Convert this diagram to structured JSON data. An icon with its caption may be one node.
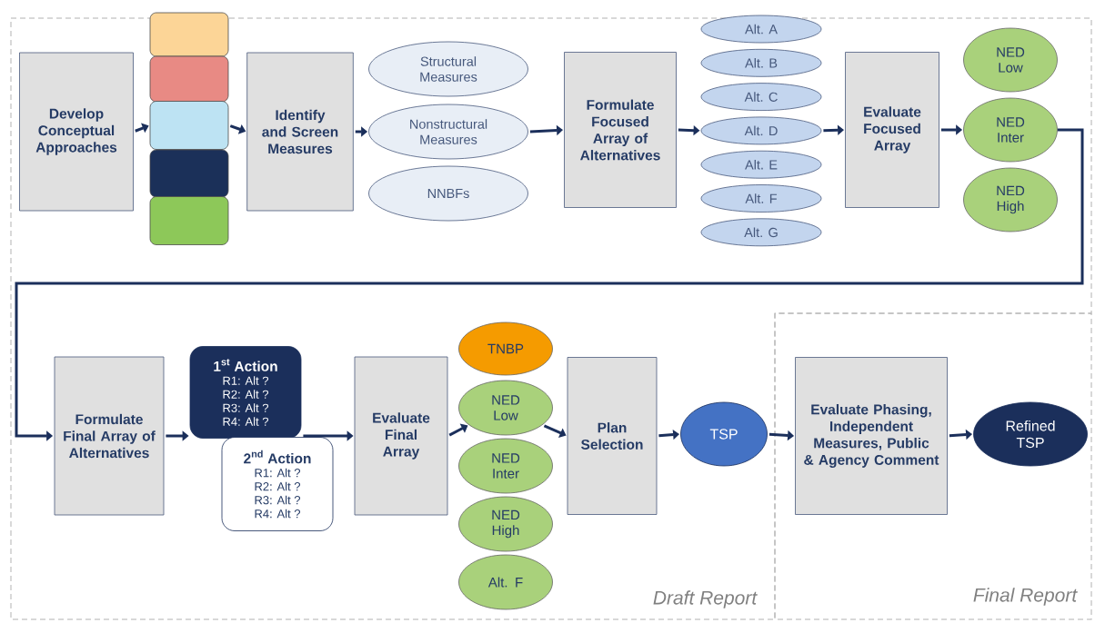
{
  "diagram": {
    "nodes": [
      {
        "text": [
          "Develop Conceptual Approaches"
        ]
      },
      {
        "text": [],
        "shape": "box"
      },
      {
        "text": [],
        "shape": "box"
      },
      {
        "text": [],
        "shape": "box"
      },
      {
        "text": [],
        "shape": "box"
      },
      {
        "text": [],
        "shape": "box"
      },
      {
        "text": [
          "Identify and Screen Measures"
        ]
      },
      {
        "text": [
          "Structural Measures"
        ]
      },
      {
        "text": [
          "Nonstructural Measures"
        ]
      },
      {
        "text": [
          "NNBFs"
        ]
      },
      {
        "text": [
          "Formulate Focused Array of Alternatives"
        ]
      },
      {
        "text": [
          "Alt. A"
        ]
      },
      {
        "text": [
          "Alt. B"
        ]
      },
      {
        "text": [
          "Alt. C"
        ]
      },
      {
        "text": [
          "Alt. D"
        ]
      },
      {
        "text": [
          "Alt. E"
        ]
      },
      {
        "text": [
          "Alt. F"
        ]
      },
      {
        "text": [
          "Alt. G"
        ]
      },
      {
        "text": [
          "Evaluate Focused Array"
        ]
      },
      {
        "text": [
          "NED Low"
        ]
      },
      {
        "text": [
          "NED Inter"
        ]
      },
      {
        "text": [
          "NED High"
        ]
      },
      {
        "text": [
          "Formulate Final Array of Alternatives"
        ]
      },
      {
        "text": [
          "\\textbf{1}^{\\textbf{st}}\\textbf{ Action}",
          "R1: Alt ?",
          "R2: Alt ?",
          "R3: Alt ?",
          "R4: Alt ?"
        ]
      },
      {
        "text": [
          "\\textbf{2}^{\\textbf{nd}}\\textbf{ Action}",
          "R1: Alt ?",
          "R2: Alt ?",
          "R3: Alt ?",
          "R4: Alt ?"
        ]
      },
      {
        "text": [
          "Evaluate Final Array"
        ]
      },
      {
        "text": [
          "TNBP"
        ]
      },
      {
        "text": [
          "NED Low"
        ]
      },
      {
        "text": [
          "NED Inter"
        ]
      },
      {
        "text": [
          "NED High"
        ]
      },
      {
        "text": [
          "Alt. F"
        ]
      },
      {
        "text": [
          "Plan Selection"
        ]
      },
      {
        "text": [
          "TSP"
        ]
      },
      {
        "text": [
          "Evaluate Phasing, Independent Measures, Public & Agency Comment"
        ]
      },
      {
        "text": [
          "Refined TSP"
        ]
      }
    ],
    "edges": [
      {
        "from": 0,
        "to": 3,
        "arrow": "to"
      },
      {
        "from": 3,
        "to": 6,
        "arrow": "to"
      },
      {
        "from": 6,
        "to": 8,
        "arrow": "to"
      },
      {
        "from": 8,
        "to": 10,
        "arrow": "to"
      },
      {
        "from": 10,
        "to": 14,
        "arrow": "to"
      },
      {
        "from": 14,
        "to": 18,
        "arrow": "to"
      },
      {
        "from": 18,
        "to": 20,
        "arrow": "to"
      },
      {
        "from": 20,
        "to": 22,
        "arrow": "to"
      },
      {
        "from": 22,
        "to": 23,
        "arrow": "to"
      },
      {
        "from": 23,
        "to": 25,
        "arrow": "to"
      },
      {
        "from": 25,
        "to": 27,
        "arrow": "to"
      },
      {
        "from": 27,
        "to": 31,
        "arrow": "to"
      },
      {
        "from": 31,
        "to": 32,
        "arrow": "to"
      },
      {
        "from": 32,
        "to": 33,
        "arrow": "to"
      },
      {
        "from": 33,
        "to": 34,
        "arrow": "to"
      }
    ],
    "labels": [
      "Draft Report",
      "Final Report"
    ]
  }
}
